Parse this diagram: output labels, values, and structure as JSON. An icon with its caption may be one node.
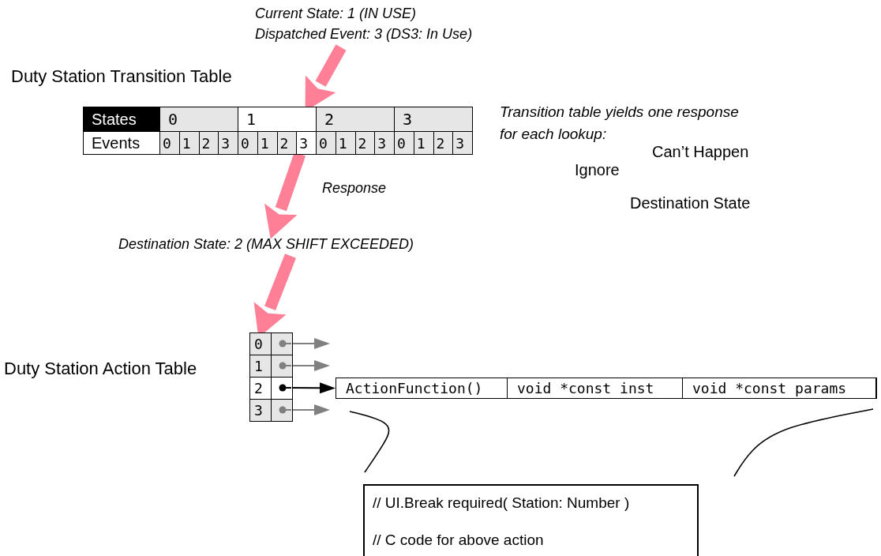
{
  "diagram": {
    "nodes": [
      {
        "text": [
          "Current State: 1 (IN USE)",
          "Dispatched Event: 3 (DS3: In Use)"
        ]
      },
      {
        "text": [
          "States",
          "0",
          "1",
          "2",
          "3",
          "Events",
          "0",
          "1",
          "2",
          "3",
          "0",
          "1",
          "2",
          "3",
          "0",
          "1",
          "2",
          "3",
          "0",
          "1",
          "2",
          "3"
        ]
      },
      {
        "text": [
          "Destination State: 2 (MAX SHIFT EXCEEDED)"
        ]
      },
      {
        "text": [
          "0",
          "1",
          "2",
          "3"
        ]
      },
      {
        "text": [
          "ActionFunction()",
          "void *const inst",
          "void *const params"
        ]
      },
      {
        "text": [
          "// UI.Break required( Station: Number )",
          "// C code for above action"
        ]
      }
    ],
    "edges": [
      {
        "from": 0,
        "to": 1,
        "arrow": "to",
        "style": "thick",
        "color": "#ff7f96"
      },
      {
        "from": 1,
        "to": 2,
        "arrow": "to",
        "label": "Response",
        "style": "thick",
        "color": "#ff7f96"
      },
      {
        "from": 2,
        "to": 3,
        "arrow": "to",
        "style": "thick",
        "color": "#ff7f96"
      },
      {
        "from": 3,
        "to": null,
        "arrow": "to",
        "color": "#808080"
      },
      {
        "from": 3,
        "to": null,
        "arrow": "to",
        "color": "#808080"
      },
      {
        "from": 3,
        "to": 4,
        "arrow": "to",
        "color": "#000000"
      },
      {
        "from": 3,
        "to": null,
        "arrow": "to",
        "color": "#808080"
      }
    ],
    "labels": [
      "Duty Station Transition Table",
      "Transition table yields one response for each lookup:",
      "Can’t Happen",
      "Ignore",
      "Destination State",
      "Duty Station Action Table"
    ]
  }
}
